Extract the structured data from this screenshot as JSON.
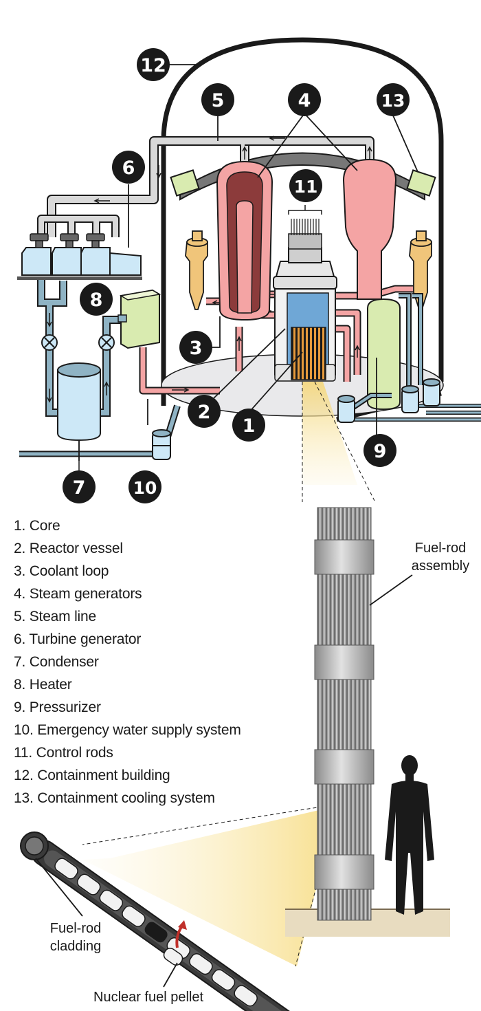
{
  "legend": [
    "1. Core",
    "2. Reactor vessel",
    "3. Coolant loop",
    "4. Steam generators",
    "5. Steam line",
    "6. Turbine generator",
    "7. Condenser",
    "8. Heater",
    "9. Pressurizer",
    "10. Emergency water supply system",
    "11. Control rods",
    "12. Containment building",
    "13. Containment cooling system"
  ],
  "callouts": {
    "fuel_rod_assembly": [
      "Fuel-rod",
      "assembly"
    ],
    "fuel_rod_cladding": [
      "Fuel-rod",
      "cladding"
    ],
    "nuclear_fuel_pellet": "Nuclear fuel pellet"
  },
  "badges": [
    "1",
    "2",
    "3",
    "4",
    "5",
    "6",
    "7",
    "8",
    "9",
    "10",
    "11",
    "12",
    "13"
  ],
  "colors": {
    "badge": "#1a1a1a",
    "hot_coolant": "#f4a4a4",
    "hot_coolant_dark": "#8c3b3b",
    "steam": "#d9d9d9",
    "cold_water": "#cde8f7",
    "cold_water_line": "#8fb3c4",
    "heater": "#d9ebb0",
    "turbine_yellow": "#f0c57a",
    "containment": "#1a1a1a",
    "glow": "#f9e9a8",
    "fuel_orange": "#e69a3c",
    "rod_grey": "#8a8a8a"
  },
  "icons": [
    "arrow-icon",
    "valve-icon",
    "pump-icon",
    "person-silhouette-icon",
    "control-rods-icon"
  ]
}
